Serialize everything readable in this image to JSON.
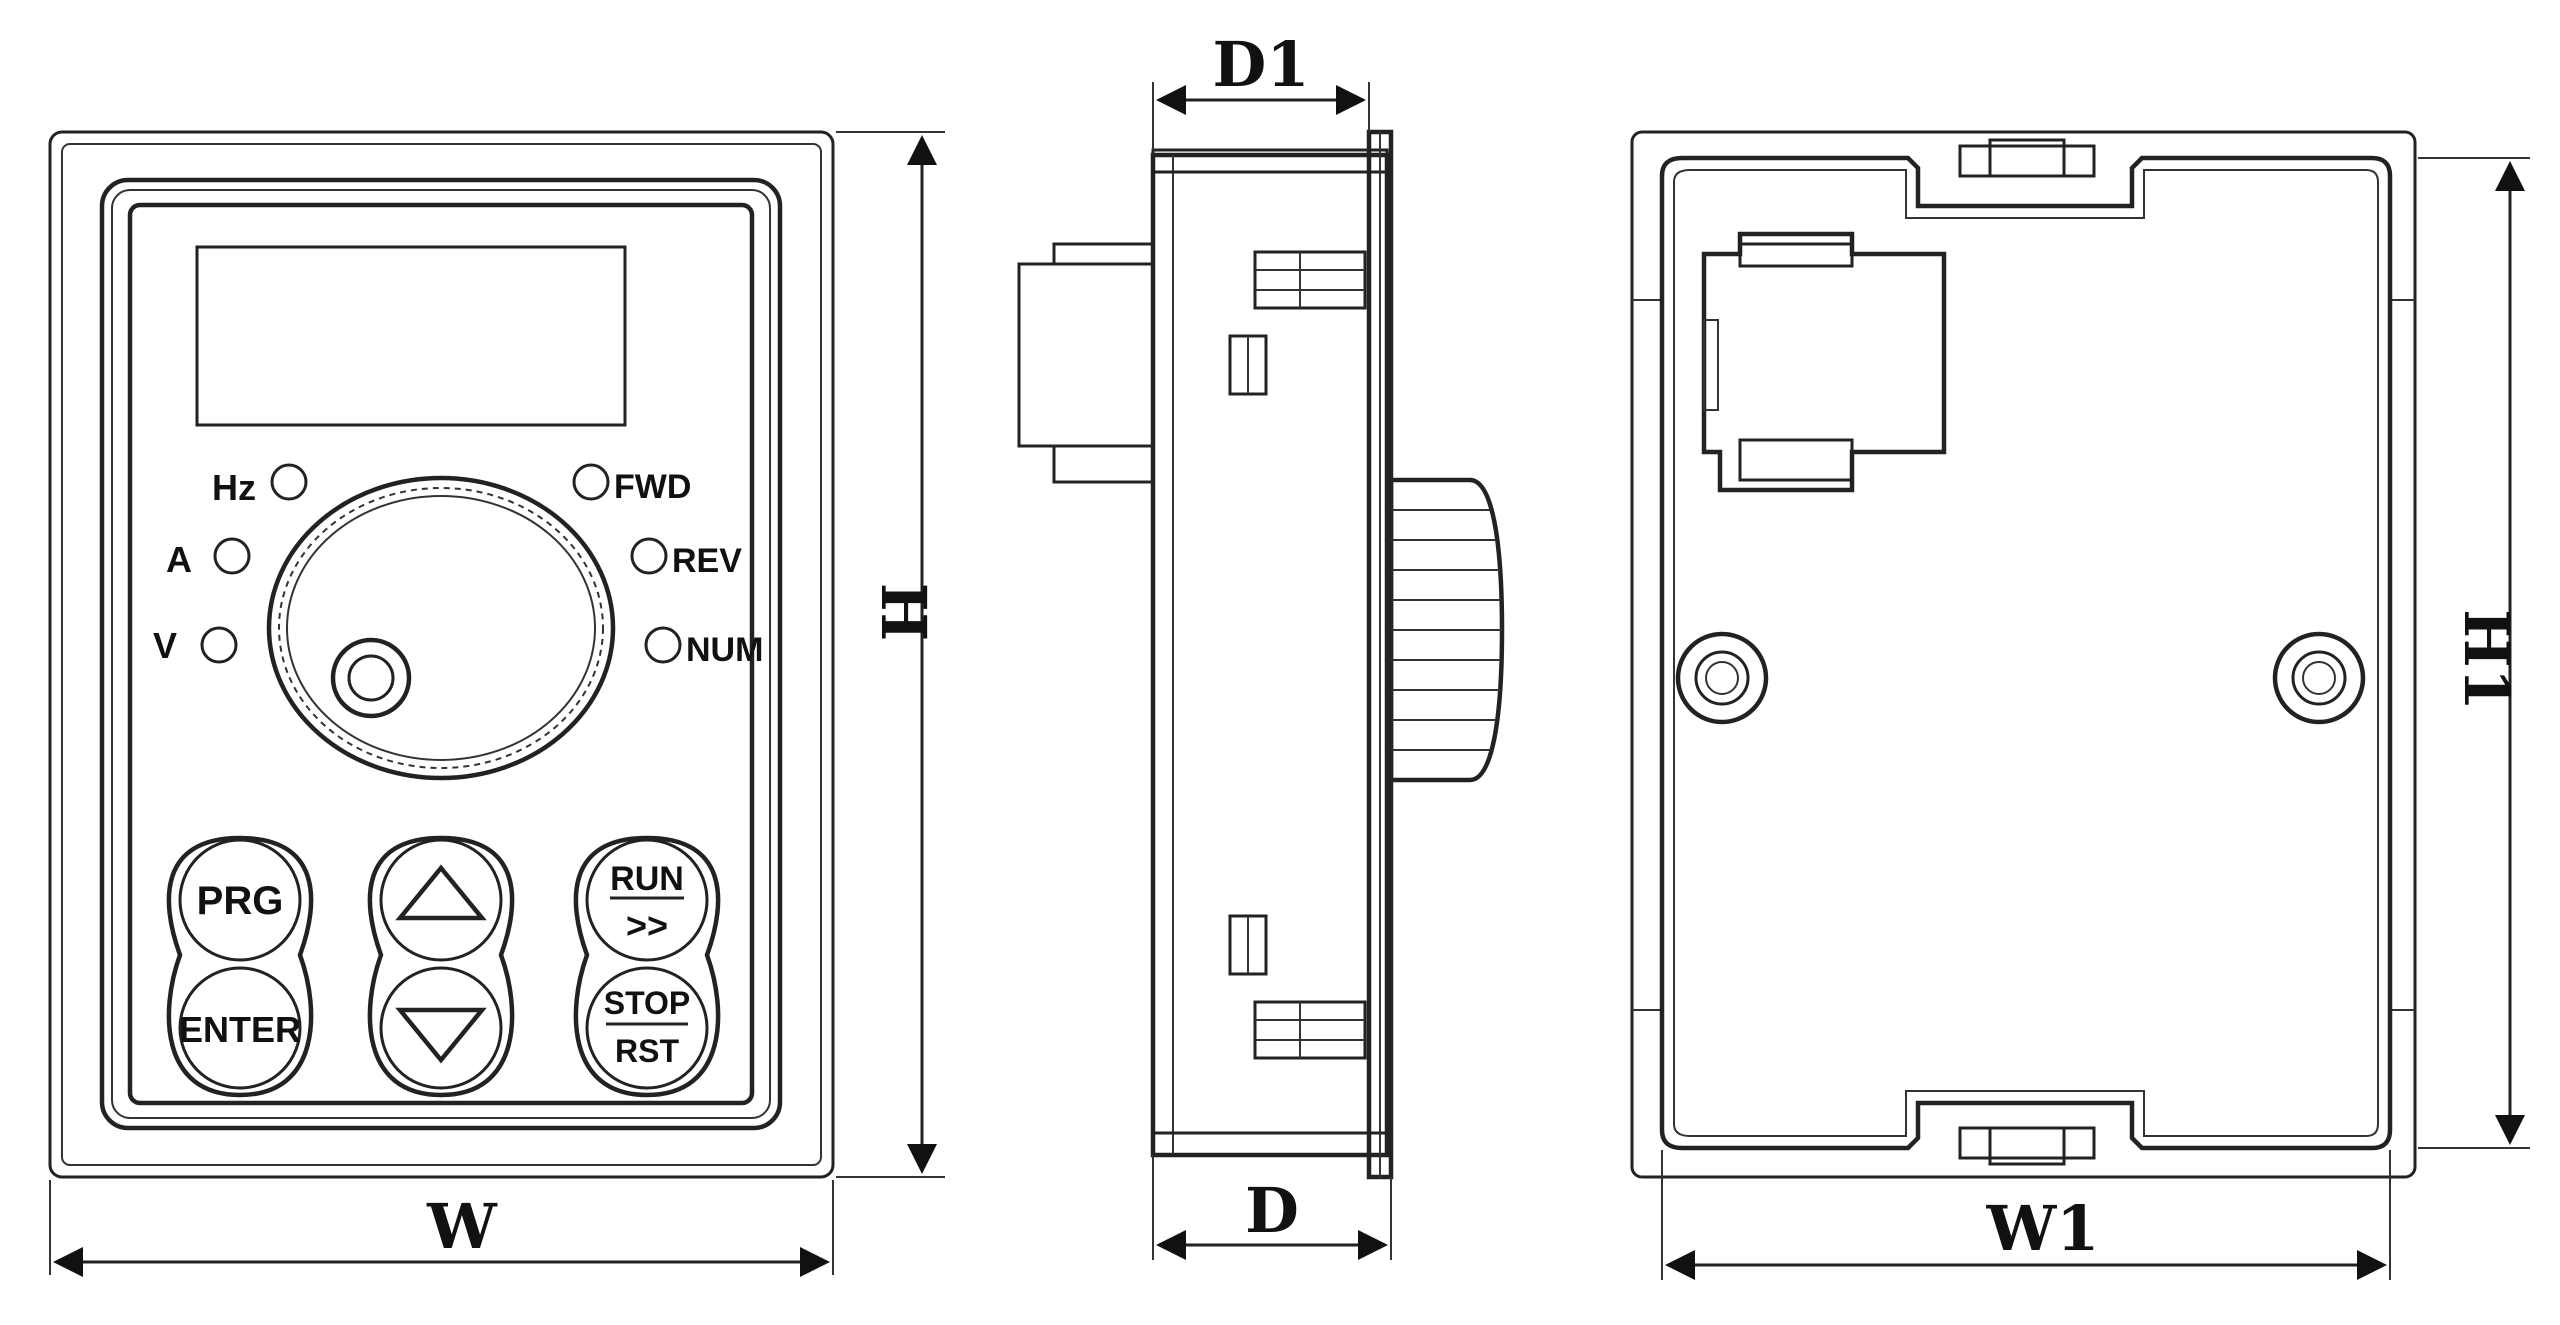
{
  "front_view": {
    "indicators_left": [
      "Hz",
      "A",
      "V"
    ],
    "indicators_right": [
      "FWD",
      "REV",
      "NUM"
    ],
    "buttons": {
      "prg": "PRG",
      "enter": "ENTER",
      "run": "RUN",
      "run_arrows": ">>",
      "stop_top": "STOP",
      "stop_bottom": "RST"
    },
    "dim_width": "W",
    "dim_height": "H"
  },
  "side_view": {
    "dim_top": "D1",
    "dim_bottom": "D"
  },
  "back_view": {
    "dim_width": "W1",
    "dim_height": "H1"
  }
}
